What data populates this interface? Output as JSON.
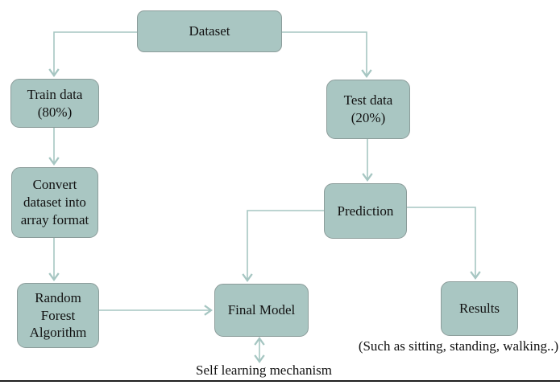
{
  "diagram": {
    "type": "flowchart",
    "nodes": {
      "dataset": {
        "label": "Dataset"
      },
      "train": {
        "label": "Train data\n(80%)"
      },
      "test": {
        "label": "Test data\n(20%)"
      },
      "convert": {
        "label": "Convert\ndataset into\narray format"
      },
      "prediction": {
        "label": "Prediction"
      },
      "random_forest": {
        "label": "Random\nForest\nAlgorithm"
      },
      "final_model": {
        "label": "Final Model"
      },
      "results": {
        "label": "Results"
      }
    },
    "captions": {
      "results_examples": "(Such as sitting, standing, walking..)",
      "self_learning": "Self learning mechanism"
    },
    "edges": [
      {
        "from": "Dataset",
        "to": "Train data (80%)",
        "direction": "one-way"
      },
      {
        "from": "Dataset",
        "to": "Test data (20%)",
        "direction": "one-way"
      },
      {
        "from": "Train data (80%)",
        "to": "Convert dataset into array format",
        "direction": "one-way"
      },
      {
        "from": "Convert dataset into array format",
        "to": "Random Forest Algorithm",
        "direction": "one-way"
      },
      {
        "from": "Random Forest Algorithm",
        "to": "Final Model",
        "direction": "one-way"
      },
      {
        "from": "Test data (20%)",
        "to": "Prediction",
        "direction": "one-way"
      },
      {
        "from": "Prediction",
        "to": "Final Model",
        "direction": "one-way"
      },
      {
        "from": "Prediction",
        "to": "Results",
        "direction": "one-way"
      },
      {
        "from": "Final Model",
        "to": "Self learning mechanism",
        "direction": "two-way"
      }
    ],
    "colors": {
      "node_fill": "#a9c6c2",
      "node_border": "#8b9c9a",
      "connector": "#a6c6c2",
      "text": "#111111",
      "background": "#ffffff",
      "bottom_rule": "#1f1f1f"
    }
  }
}
